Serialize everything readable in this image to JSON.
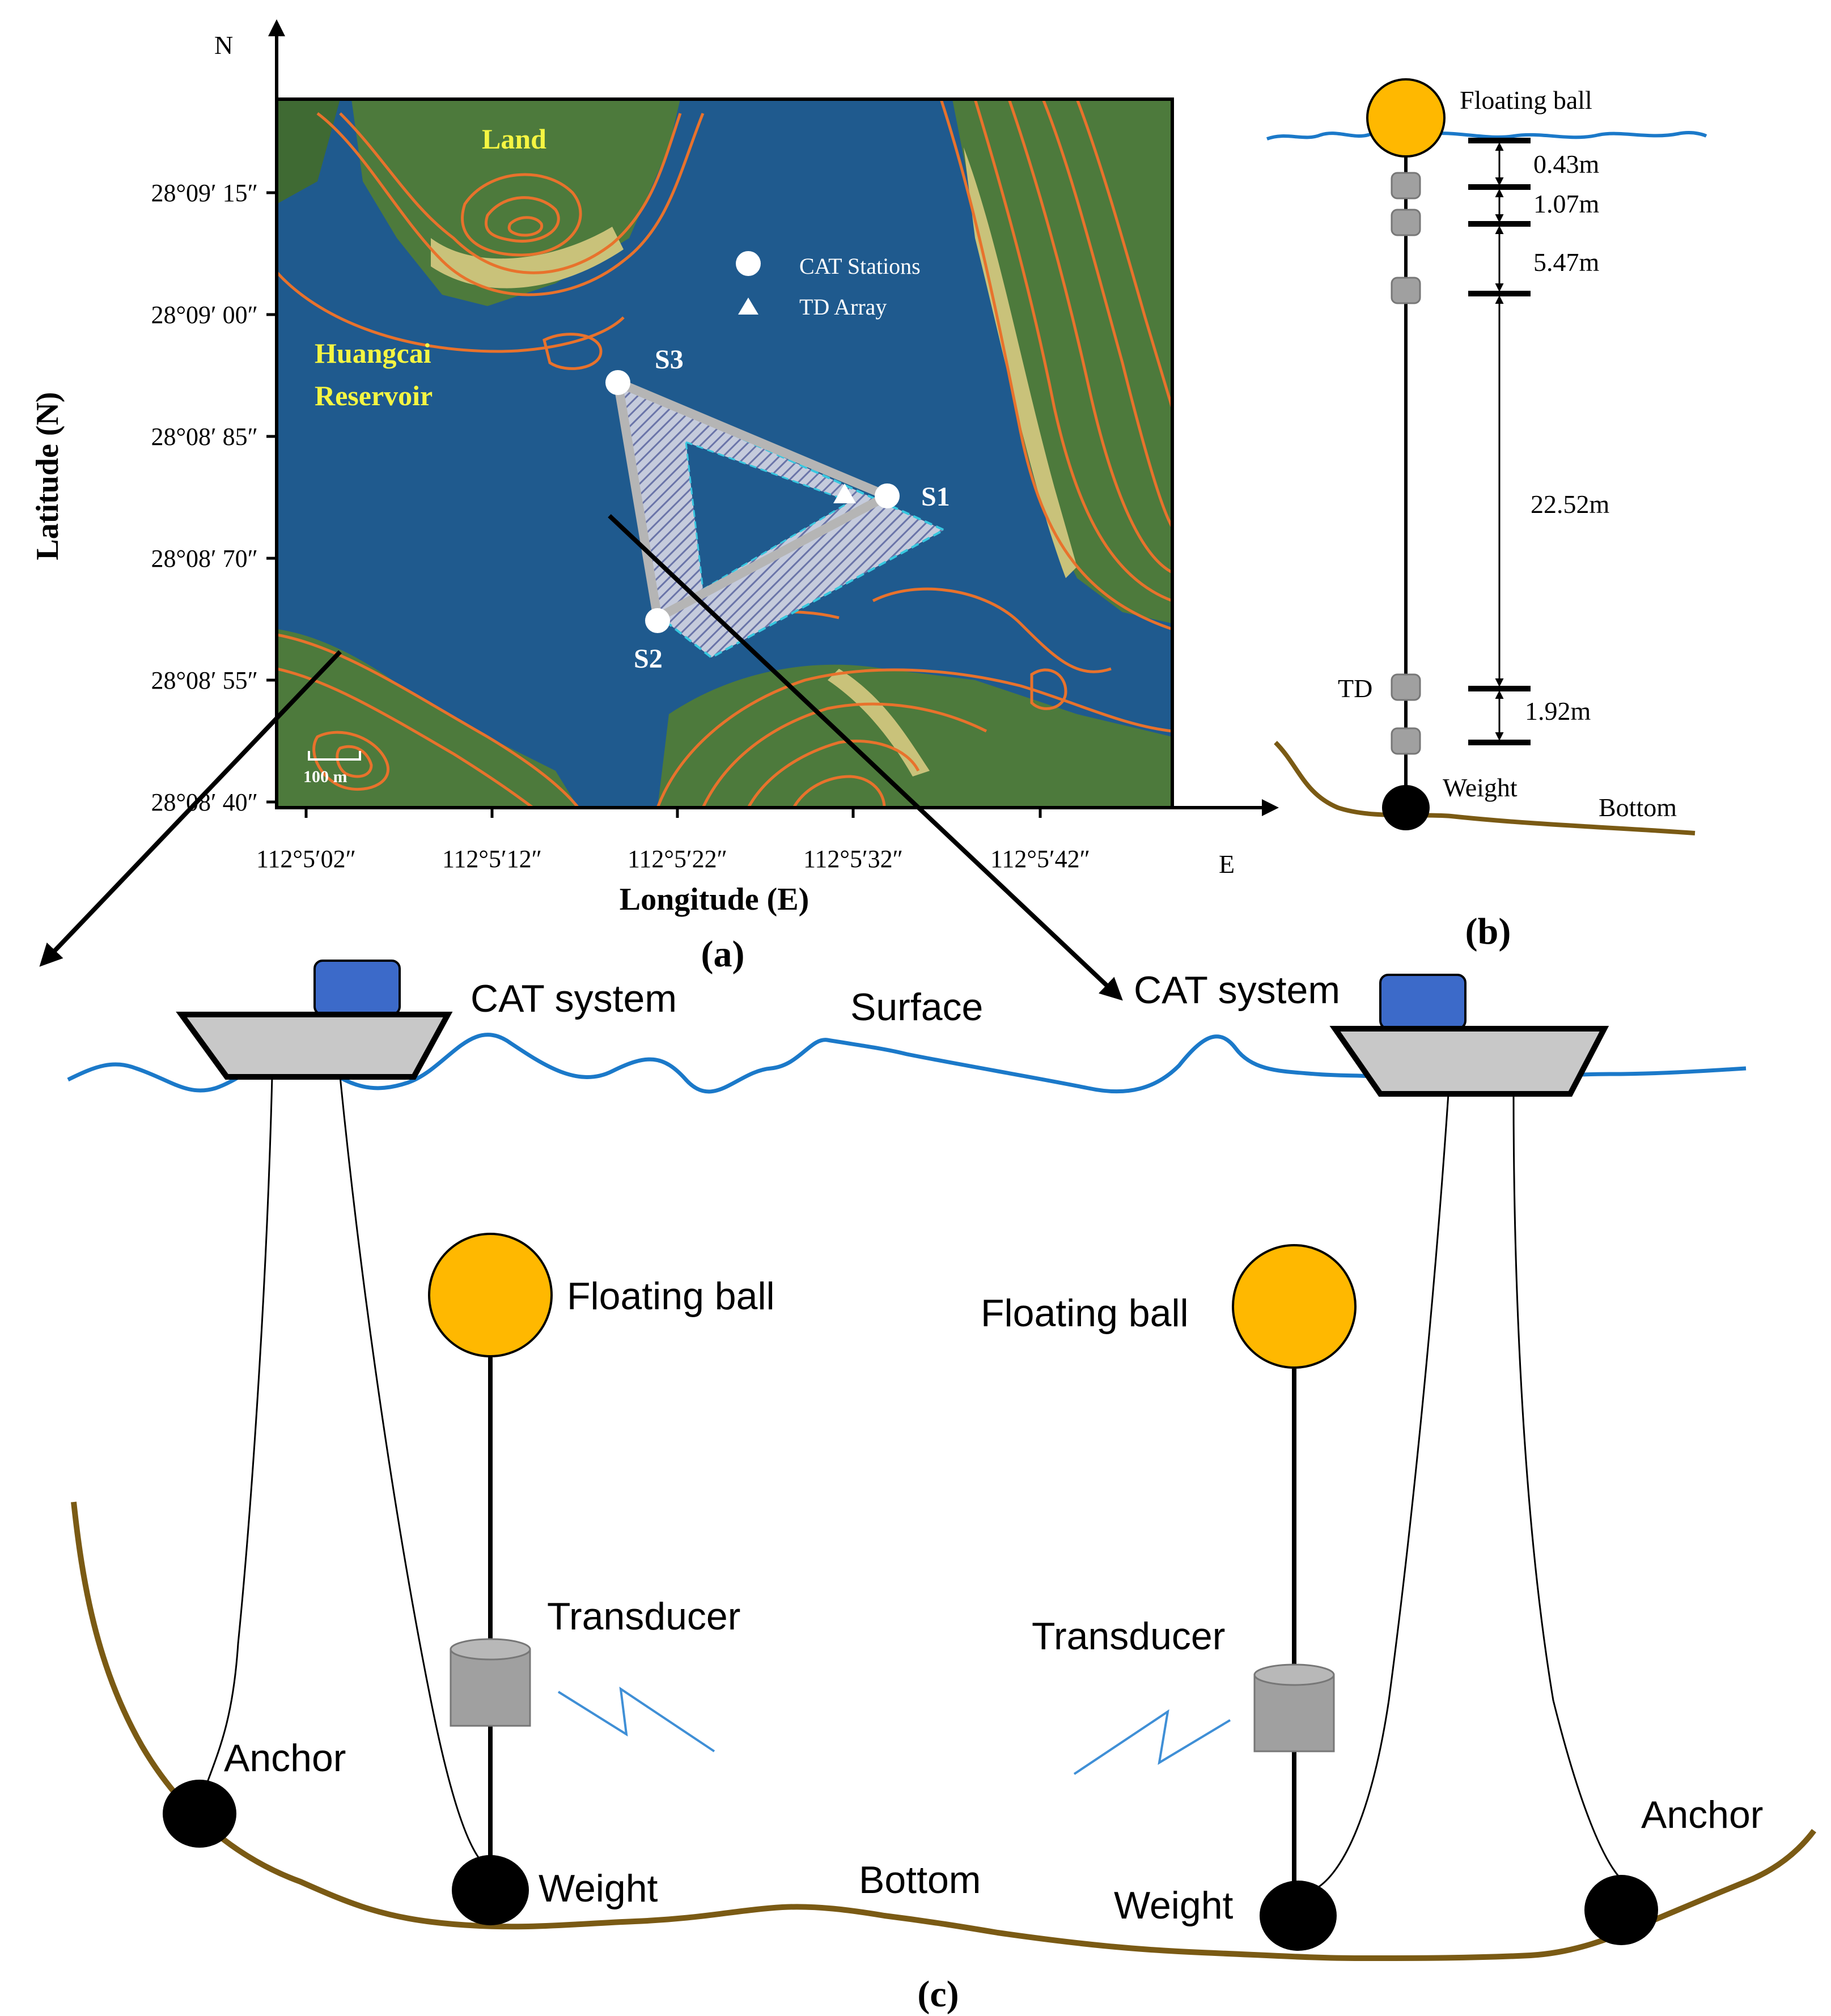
{
  "colors": {
    "water": "#1f5a8e",
    "contour": "#e8722c",
    "land_green": "#4d7a3c",
    "land_light": "#c9c27a",
    "surface_line": "#1b79c9",
    "bottom_line": "#7a5a14",
    "ball": "#ffb800",
    "cat_box": "#3c6ac9",
    "boat": "#c8c8c8",
    "device": "#a0a0a0",
    "signal": "#3f8fd6",
    "label_yellow": "#f5f542"
  },
  "panel_a": {
    "axis_north": "N",
    "axis_east": "E",
    "ylabel": "Latitude (N)",
    "xlabel": "Longitude (E)",
    "lat_ticks": [
      "28°09′ 15″",
      "28°09′ 00″",
      "28°08′ 85″",
      "28°08′ 70″",
      "28°08′ 55″",
      "28°08′ 40″"
    ],
    "lon_ticks": [
      "112°5′02″",
      "112°5′12″",
      "112°5′22″",
      "112°5′32″",
      "112°5′42″"
    ],
    "land_label": "Land",
    "reservoir_label_1": "Huangcai",
    "reservoir_label_2": "Reservoir",
    "legend_stations": "CAT Stations",
    "legend_td": "TD Array",
    "stations": [
      "S1",
      "S2",
      "S3"
    ],
    "scale_bar": "100 m",
    "caption": "(a)"
  },
  "panel_b": {
    "floating_ball": "Floating ball",
    "distances": [
      "0.43m",
      "1.07m",
      "5.47m",
      "22.52m",
      "1.92m"
    ],
    "td": "TD",
    "weight": "Weight",
    "bottom": "Bottom",
    "caption": "(b)"
  },
  "panel_c": {
    "cat_left": "CAT system",
    "cat_right": "CAT system",
    "surface": "Surface",
    "ball_left": "Floating ball",
    "ball_right": "Floating ball",
    "transducer_left": "Transducer",
    "transducer_right": "Transducer",
    "anchor_left": "Anchor",
    "anchor_right": "Anchor",
    "weight_left": "Weight",
    "weight_right": "Weight",
    "bottom": "Bottom",
    "caption": "(c)"
  }
}
